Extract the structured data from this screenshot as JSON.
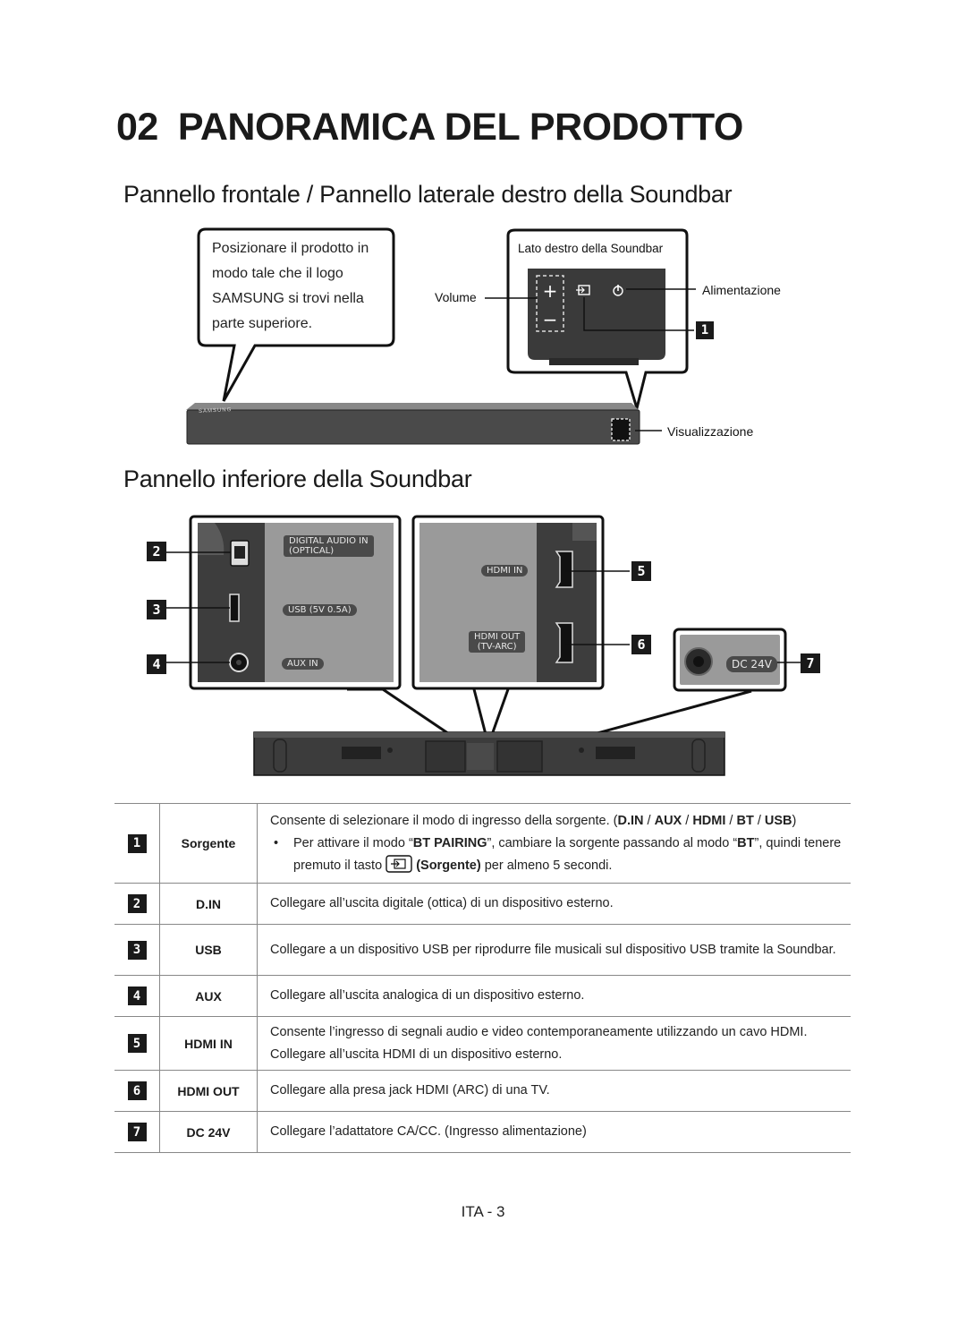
{
  "section_number": "02",
  "section_title": "PANORAMICA DEL PRODOTTO",
  "front_panel": {
    "heading": "Pannello frontale / Pannello laterale destro della Soundbar",
    "callout": "Posizionare il prodotto in modo tale che il logo SAMSUNG si trovi nella parte superiore.",
    "side_caption": "Lato destro della Soundbar",
    "volume_label": "Volume",
    "power_label": "Alimentazione",
    "display_label": "Visualizzazione",
    "badge_1": "1",
    "logo_text": "SAMSUNG"
  },
  "bottom_panel": {
    "heading": "Pannello inferiore della Soundbar",
    "port_labels": {
      "digital_audio_1": "DIGITAL AUDIO IN",
      "digital_audio_2": "(OPTICAL)",
      "usb": "USB (5V 0.5A)",
      "aux": "AUX IN",
      "hdmi_in": "HDMI IN",
      "hdmi_out_1": "HDMI OUT",
      "hdmi_out_2": "(TV-ARC)",
      "dc": "DC 24V"
    },
    "badges": [
      "2",
      "3",
      "4",
      "5",
      "6",
      "7"
    ]
  },
  "table": {
    "rows": [
      {
        "num": "1",
        "name": "Sorgente",
        "desc_prefix": "Consente di selezionare il modo di ingresso della sorgente. (",
        "modes": [
          "D.IN",
          "AUX",
          "HDMI",
          "BT",
          "USB"
        ],
        "desc_suffix": ")",
        "bullet_a": "Per attivare il modo “",
        "bullet_b": "BT PAIRING",
        "bullet_c": "”, cambiare la sorgente passando al modo “",
        "bullet_d": "BT",
        "bullet_e": "”, quindi tenere premuto il tasto ",
        "bullet_f": "(Sorgente)",
        "bullet_g": " per almeno 5 secondi."
      },
      {
        "num": "2",
        "name": "D.IN",
        "desc": "Collegare all’uscita digitale (ottica) di un dispositivo esterno."
      },
      {
        "num": "3",
        "name": "USB",
        "desc": "Collegare a un dispositivo USB per riprodurre file musicali sul dispositivo USB tramite la Soundbar."
      },
      {
        "num": "4",
        "name": "AUX",
        "desc": "Collegare all’uscita analogica di un dispositivo esterno."
      },
      {
        "num": "5",
        "name": "HDMI IN",
        "desc": "Consente l’ingresso di segnali audio e video contemporaneamente utilizzando un cavo HDMI. Collegare all’uscita HDMI di un dispositivo esterno."
      },
      {
        "num": "6",
        "name": "HDMI OUT",
        "desc": "Collegare alla presa jack HDMI (ARC) di una TV."
      },
      {
        "num": "7",
        "name": "DC 24V",
        "desc": "Collegare l’adattatore CA/CC. (Ingresso alimentazione)"
      }
    ]
  },
  "page_number": "ITA - 3",
  "colors": {
    "panel_dark": "#3c3c3c",
    "panel_grey": "#9a9a9a",
    "badge": "#1a1a1a"
  }
}
